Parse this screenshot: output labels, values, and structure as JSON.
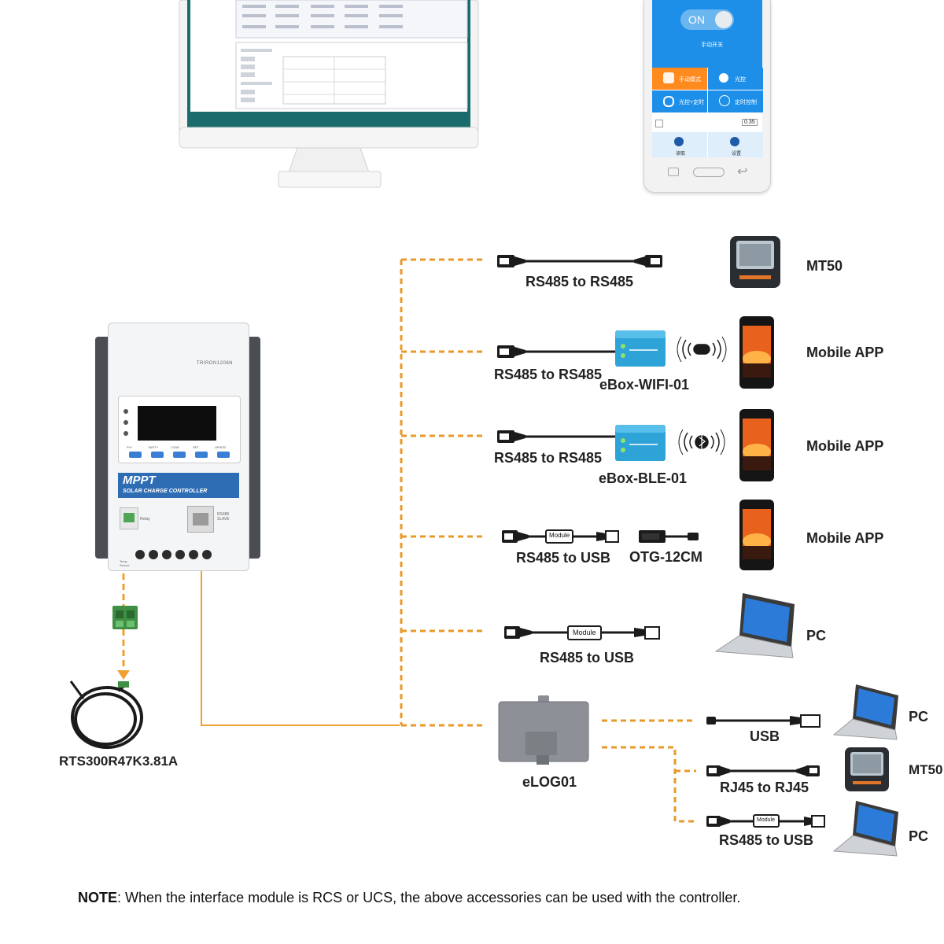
{
  "app": {
    "toggle_label": "ON",
    "toggle_sub": "手动开关",
    "grid_labels": [
      "手动模式",
      "光控",
      "光控+定时",
      "定时控制"
    ],
    "bottom_labels": [
      "读取",
      "设置"
    ],
    "led_value": "0.35"
  },
  "controller": {
    "model": "TRIRON1206N",
    "brand_title": "MPPT",
    "brand_sub": "SOLAR CHARGE CONTROLLER",
    "port_label": "RS485 SLAVE",
    "relay_label": "Relay",
    "temp_label": "Temp. Sensor",
    "buttons": [
      "PV+",
      "BATT+",
      "LOAD",
      "SET",
      "UP/ESC"
    ]
  },
  "sensor": {
    "label": "RTS300R47K3.81A"
  },
  "connections": [
    {
      "cable_label": "RS485 to RS485",
      "device": "MT50"
    },
    {
      "cable_label": "RS485 to RS485",
      "adapter": "eBox-WIFI-01",
      "device": "Mobile APP"
    },
    {
      "cable_label": "RS485 to RS485",
      "adapter": "eBox-BLE-01",
      "device": "Mobile APP"
    },
    {
      "cable_label": "RS485 to USB",
      "adapter": "OTG-12CM",
      "device": "Mobile APP"
    },
    {
      "cable_label": "RS485 to USB",
      "device": "PC"
    }
  ],
  "module_text": "Module",
  "elog": {
    "label": "eLOG01",
    "branches": [
      {
        "cable_label": "USB",
        "device": "PC"
      },
      {
        "cable_label": "RJ45 to RJ45",
        "device": "MT50"
      },
      {
        "cable_label": "RS485 to USB",
        "device": "PC"
      }
    ]
  },
  "note": {
    "prefix": "NOTE",
    "text": ": When the interface module is RCS or UCS, the above accessories can be used with the controller."
  },
  "colors": {
    "orange": "#f0a030",
    "dash": "#e89a2a",
    "blue": "#1e8fe8",
    "orange_tile": "#ff8a1e",
    "brand_blue": "#2e6db4"
  }
}
